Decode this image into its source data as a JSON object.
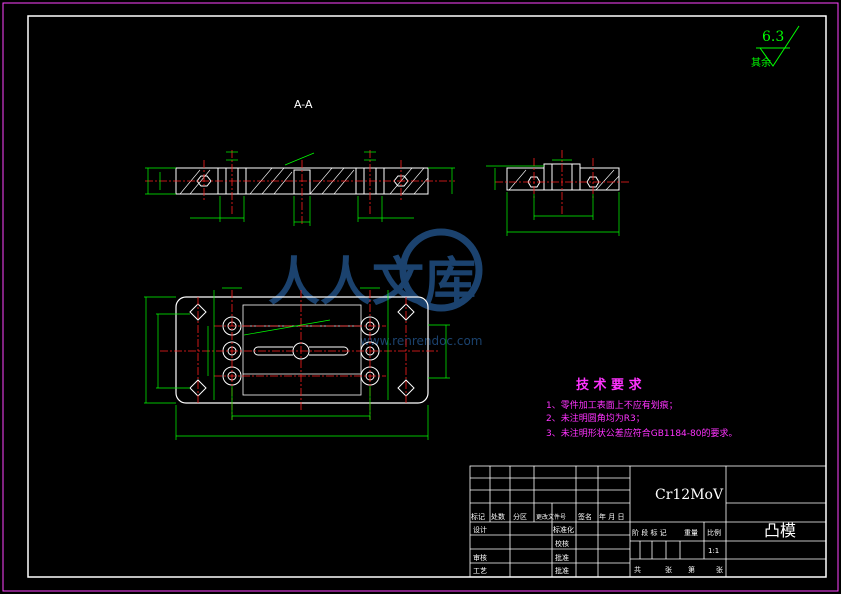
{
  "drawing": {
    "view_label": "A-A",
    "roughness_value": "6.3",
    "roughness_note": "其余",
    "watermark_main": "人人文库",
    "watermark_url": "www.renrendoc.com"
  },
  "tech_requirements": {
    "title": "技 术 要 求",
    "items": [
      "1、零件加工表面上不应有划痕；",
      "2、未注明圆角均为R3；",
      "3、未注明形状公差应符合GB1184-80的要求。"
    ]
  },
  "title_block": {
    "material": "Cr12MoV",
    "part_name": "凸模",
    "labels": {
      "mark": "标记",
      "count": "处数",
      "zone": "分区",
      "change_doc": "更改文件号",
      "signature": "签名",
      "date": "年 月 日",
      "design": "设计",
      "standardize": "标准化",
      "check": "校核",
      "audit": "审核",
      "process": "工艺",
      "approve": "批准",
      "stage_mark": "阶 段 标 记",
      "weight": "重量",
      "scale": "比例",
      "scale_value": "1:1",
      "total": "共",
      "sheets": "张",
      "page": "第",
      "sheet": "张"
    }
  },
  "colors": {
    "border": "#ffffff",
    "frame_pink": "#ff44ff",
    "outline": "#ffffff",
    "dimension": "#00ff00",
    "centerline": "#ff2020",
    "hatch": "#ffffff",
    "text_magenta": "#ff33ff",
    "roughness": "#00ff00",
    "watermark": "#1e4a7a"
  }
}
